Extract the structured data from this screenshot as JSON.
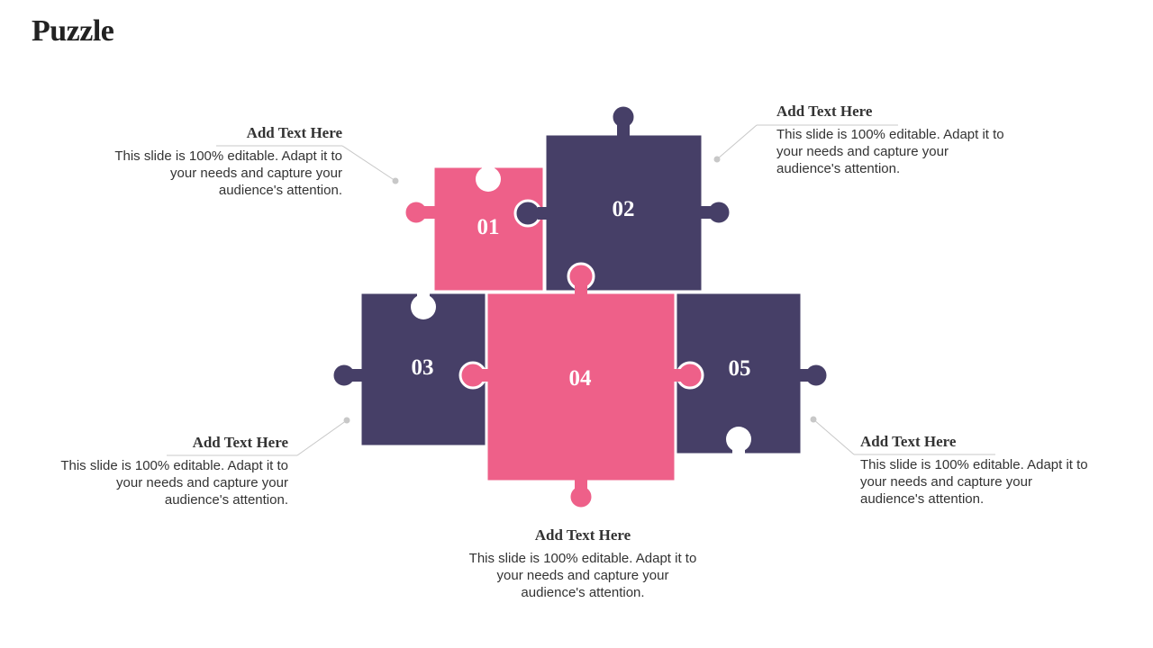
{
  "page": {
    "title": "Puzzle"
  },
  "colors": {
    "pink": "#ee6089",
    "navy": "#463f67",
    "connector": "#c8c8c8"
  },
  "pieces": [
    {
      "label": "01",
      "color": "pink"
    },
    {
      "label": "02",
      "color": "navy"
    },
    {
      "label": "03",
      "color": "navy"
    },
    {
      "label": "04",
      "color": "pink"
    },
    {
      "label": "05",
      "color": "navy"
    }
  ],
  "callouts": [
    {
      "piece": "01",
      "heading": "Add Text Here",
      "body": "This slide is 100% editable. Adapt it to your needs and capture your audience's attention."
    },
    {
      "piece": "02",
      "heading": "Add Text Here",
      "body": "This slide is 100% editable. Adapt it to your needs and capture your audience's attention."
    },
    {
      "piece": "03",
      "heading": "Add Text Here",
      "body": "This slide is 100% editable. Adapt it to your needs and capture your audience's attention."
    },
    {
      "piece": "04",
      "heading": "Add Text Here",
      "body": "This slide is 100% editable. Adapt it to your needs and capture your audience's attention."
    },
    {
      "piece": "05",
      "heading": "Add Text Here",
      "body": "This slide is 100% editable. Adapt it to your needs and capture your audience's attention."
    }
  ]
}
